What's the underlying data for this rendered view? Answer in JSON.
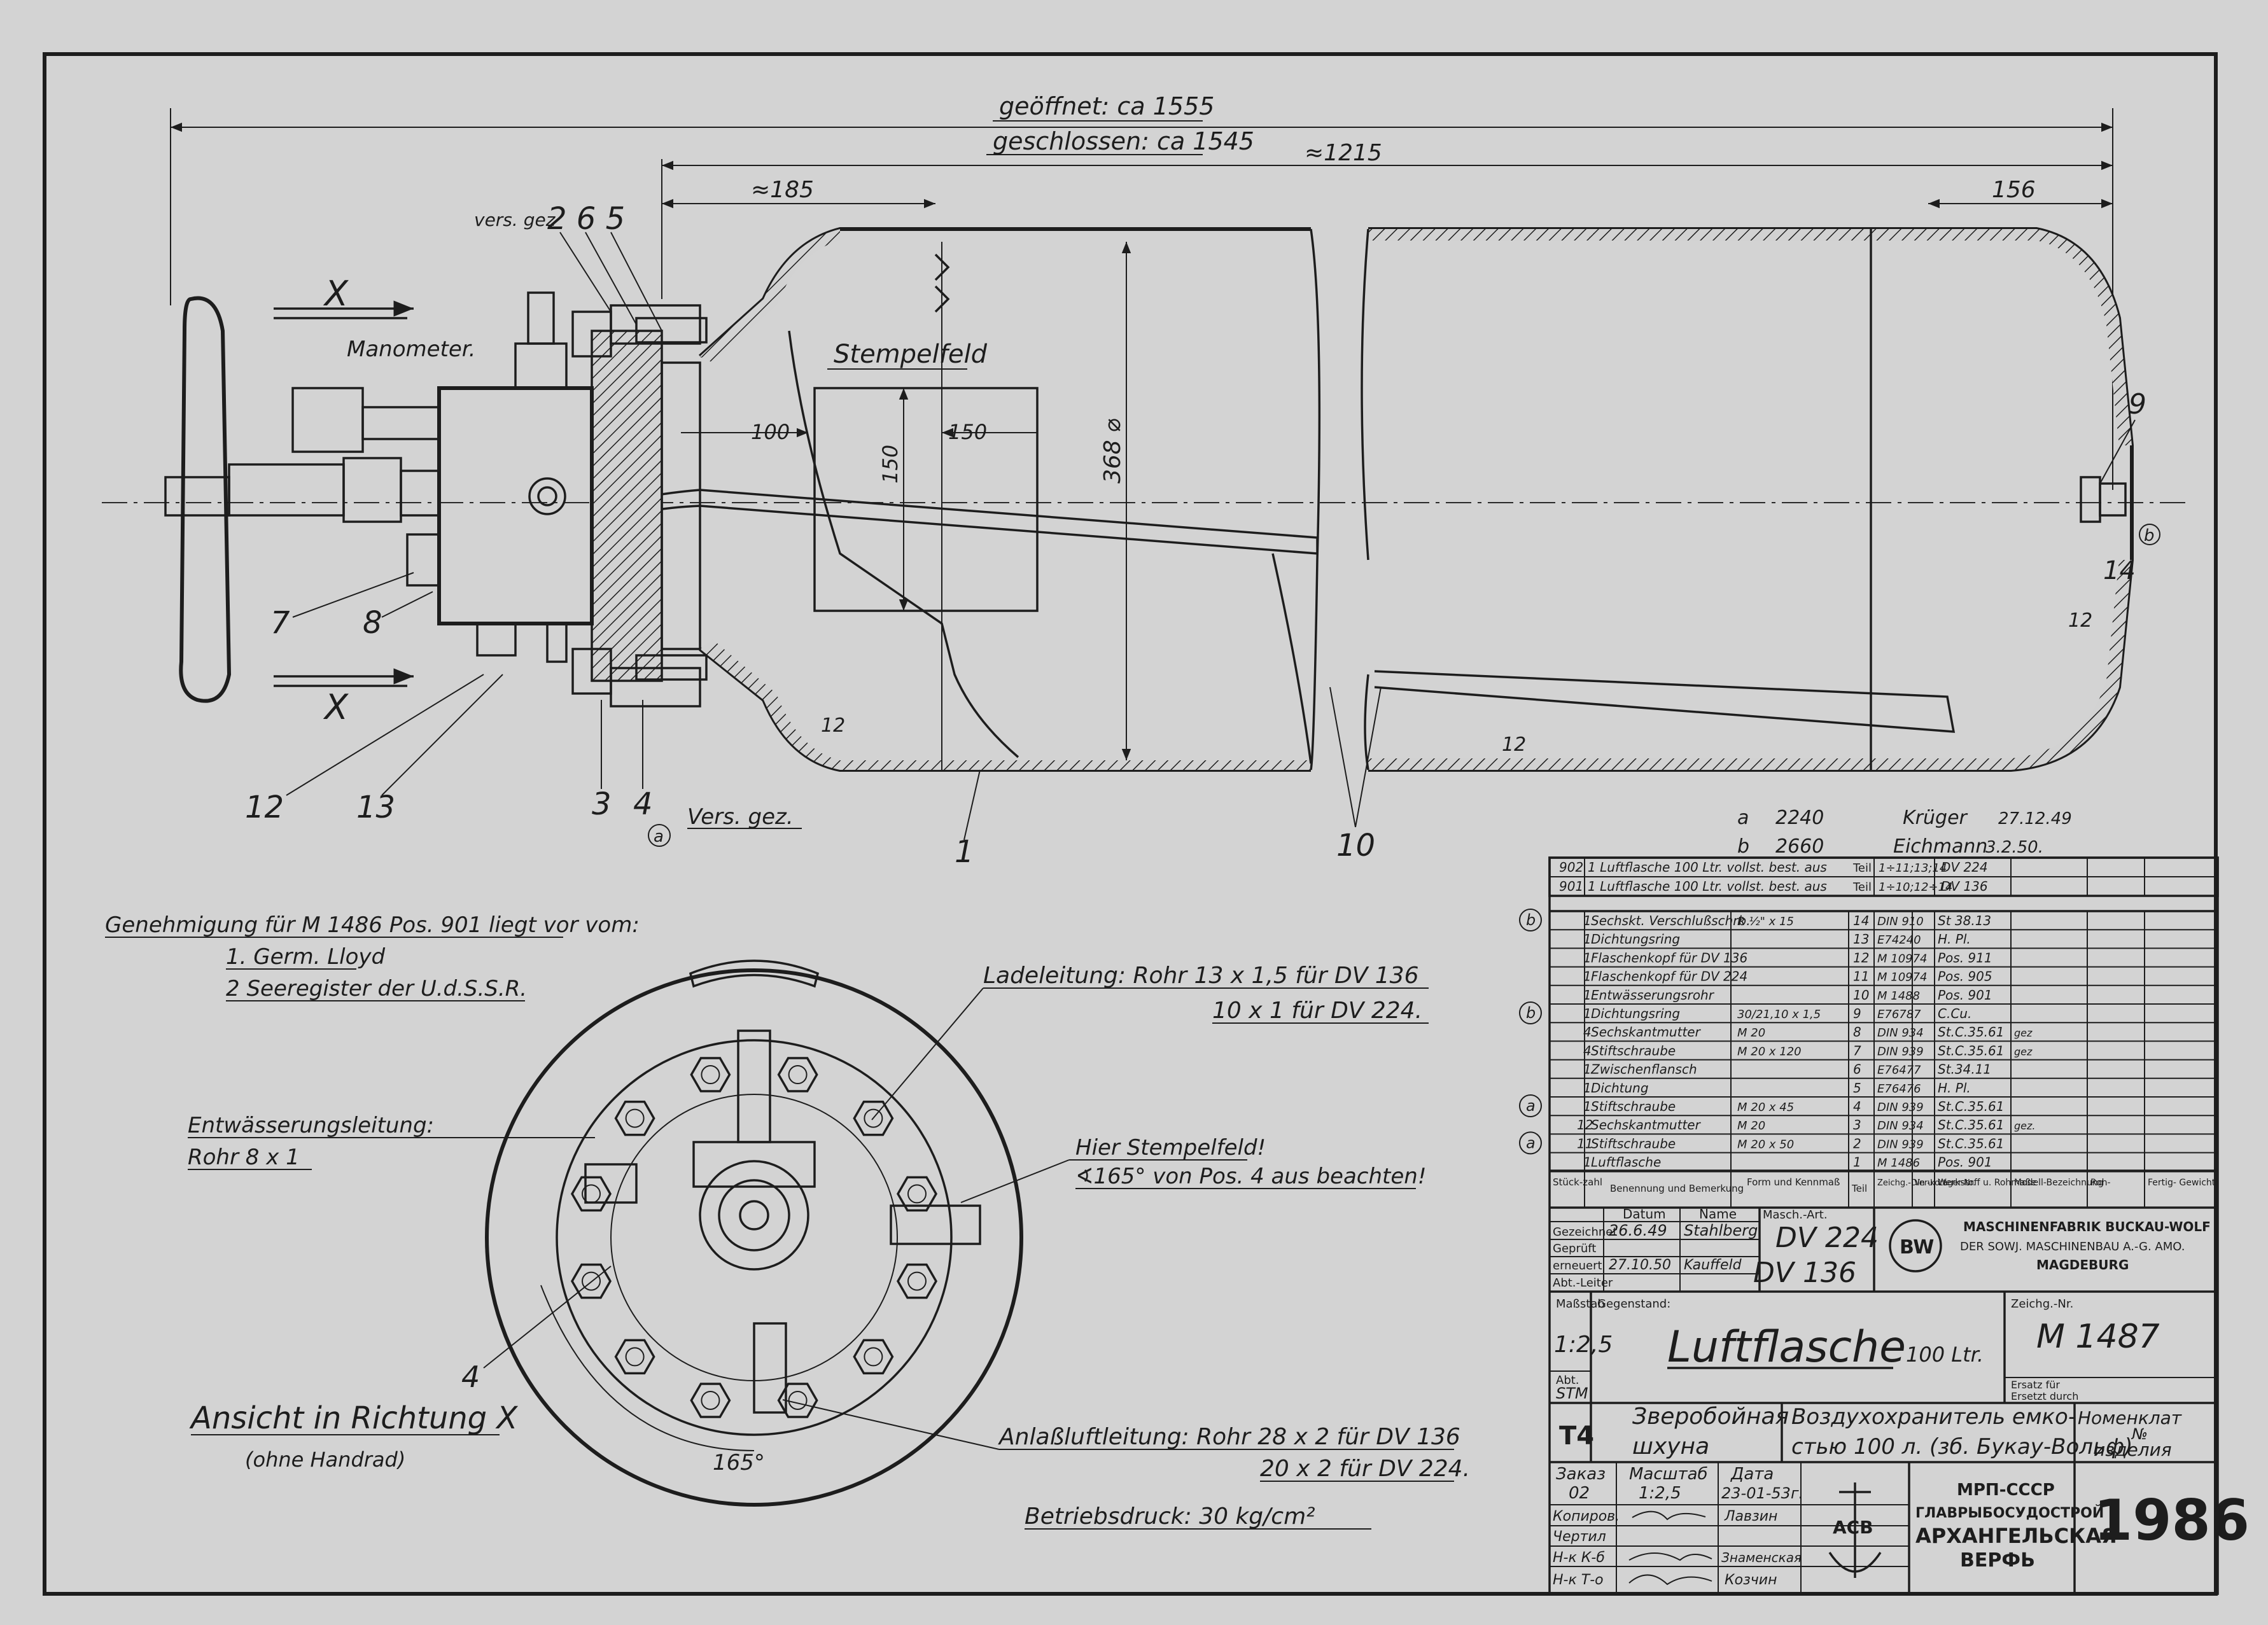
{
  "title_block": {
    "title": "Luftflasche",
    "title_suffix": "100 Ltr.",
    "drawing_no_label": "Zeichg.-Nr.",
    "drawing_no": "M 1487",
    "scale_label": "Maßstab",
    "scale": "1:2,5",
    "subject_label": "Gegenstand:",
    "abt_label": "Abt.",
    "abt_value": "STM",
    "machine_label": "Masch.-Art.",
    "machine_1": "DV 224",
    "machine_2": "DV 136",
    "ersatz_1": "Ersatz für",
    "ersatz_2": "Ersetzt durch",
    "company_1": "MASCHINENFABRIK BUCKAU-WOLF",
    "company_2": "DER SOWJ. MASCHINENBAU A.-G. AMO.",
    "company_3": "MAGDEBURG",
    "company_logo": "BW",
    "approvals": {
      "col_datum": "Datum",
      "col_name": "Name",
      "row1_label": "Gezeichnet",
      "row1_date": "26.6.49",
      "row1_name": "Stahlberg",
      "row2_label": "Geprüft",
      "row3_label": "erneuert",
      "row3_date": "27.10.50",
      "row3_name": "Kauffeld",
      "row4_label": "Abt.-Leiter"
    }
  },
  "revisions": {
    "a_mark": "a",
    "a_no": "2240",
    "a_name": "Krüger",
    "a_date": "27.12.49",
    "b_mark": "b",
    "b_no": "2660",
    "b_name": "Eichmann",
    "b_date": "3.2.50."
  },
  "variants": [
    {
      "pos": "902",
      "desc": "1 Luftflasche 100 Ltr. vollst. best. aus",
      "teil": "Teil",
      "range": "1÷11;13;14",
      "type": "DV 224"
    },
    {
      "pos": "901",
      "desc": "1 Luftflasche 100 Ltr. vollst. best. aus",
      "teil": "Teil",
      "range": "1÷10;12÷14",
      "type": "DV 136"
    }
  ],
  "parts": [
    {
      "mark": "b",
      "qty": "1",
      "name": "Sechskt. Verschlußschrb.",
      "form": "R ½\" x 15",
      "teil": "14",
      "norm": "DIN 910",
      "mat": "St 38.13",
      "note": ""
    },
    {
      "mark": "",
      "qty": "1",
      "name": "Dichtungsring",
      "form": "",
      "teil": "13",
      "norm": "E74240",
      "mat": "H. Pl.",
      "note": ""
    },
    {
      "mark": "",
      "qty": "1",
      "name": "Flaschenkopf für DV 136",
      "form": "",
      "teil": "12",
      "norm": "M 10974",
      "mat": "Pos. 911",
      "note": ""
    },
    {
      "mark": "",
      "qty": "1",
      "name": "Flaschenkopf für DV 224",
      "form": "",
      "teil": "11",
      "norm": "M 10974",
      "mat": "Pos. 905",
      "note": ""
    },
    {
      "mark": "",
      "qty": "1",
      "name": "Entwässerungsrohr",
      "form": "",
      "teil": "10",
      "norm": "M 1488",
      "mat": "Pos. 901",
      "note": ""
    },
    {
      "mark": "b",
      "qty": "1",
      "name": "Dichtungsring",
      "form": "30/21,10 x 1,5",
      "teil": "9",
      "norm": "E76787",
      "mat": "C.Cu.",
      "note": ""
    },
    {
      "mark": "",
      "qty": "4",
      "name": "Sechskantmutter",
      "form": "M 20",
      "teil": "8",
      "norm": "DIN 934",
      "mat": "St.C.35.61",
      "note": "gez"
    },
    {
      "mark": "",
      "qty": "4",
      "name": "Stiftschraube",
      "form": "M 20 x 120",
      "teil": "7",
      "norm": "DIN 939",
      "mat": "St.C.35.61",
      "note": "gez"
    },
    {
      "mark": "",
      "qty": "1",
      "name": "Zwischenflansch",
      "form": "",
      "teil": "6",
      "norm": "E76477",
      "mat": "St.34.11",
      "note": ""
    },
    {
      "mark": "",
      "qty": "1",
      "name": "Dichtung",
      "form": "",
      "teil": "5",
      "norm": "E76476",
      "mat": "H. Pl.",
      "note": ""
    },
    {
      "mark": "a",
      "qty": "1",
      "name": "Stiftschraube",
      "form": "M 20 x 45",
      "teil": "4",
      "norm": "DIN 939",
      "mat": "St.C.35.61",
      "note": ""
    },
    {
      "mark": "",
      "qty": "12",
      "name": "Sechskantmutter",
      "form": "M 20",
      "teil": "3",
      "norm": "DIN 934",
      "mat": "St.C.35.61",
      "note": "gez."
    },
    {
      "mark": "a",
      "qty": "11",
      "name": "Stiftschraube",
      "form": "M 20 x 50",
      "teil": "2",
      "norm": "DIN 939",
      "mat": "St.C.35.61",
      "note": ""
    },
    {
      "mark": "",
      "qty": "1",
      "name": "Luftflasche",
      "form": "",
      "teil": "1",
      "norm": "M 1486",
      "mat": "Pos. 901",
      "note": ""
    }
  ],
  "parts_header": {
    "qty": "Stück-zahl",
    "name": "Benennung und Bemerkung",
    "form": "Form und Kennmaß",
    "teil": "Teil",
    "norm": "Zeichg.-Din u. Lager-Nr.",
    "ver": "Ver-kort",
    "mat": "Werkstoff u. Rohmaße",
    "model": "Modell-Bezeichnung",
    "roh": "Roh-",
    "fertig": "Fertig- Gewicht"
  },
  "main_view": {
    "dim_open": "geöffnet: ca 1555",
    "dim_closed": "geschlossen: ca 1545",
    "dim_length": "≈1215",
    "dim_185": "≈185",
    "dim_156": "156",
    "dim_dia": "368 ⌀",
    "dim_100": "100",
    "dim_150h": "150",
    "dim_150v": "150",
    "dim_12a": "12",
    "dim_12b": "12",
    "dim_12c": "12",
    "stempel": "Stempelfeld",
    "manometer": "Manometer.",
    "x_mark": "X",
    "vers_gez_top": "vers. gez",
    "vers_gez_bottom": "Vers. gez.",
    "ref_265": "2 6 5",
    "ref_9": "9",
    "ref_14": "14",
    "ref_b": "b",
    "ref_a": "a",
    "ref_7": "7",
    "ref_8": "8",
    "ref_12": "12",
    "ref_13": "13",
    "ref_3": "3",
    "ref_4": "4",
    "ref_1": "1",
    "ref_10": "10"
  },
  "notes": {
    "approval_1": "Genehmigung für M 1486 Pos. 901 liegt vor vom:",
    "approval_2": "1. Germ. Lloyd",
    "approval_3": "2 Seeregister der U.d.S.S.R.",
    "ladeleitung_1": "Ladeleitung: Rohr 13 x 1,5 für DV 136",
    "ladeleitung_2": "10 x 1 für DV 224.",
    "entwaesserung_1": "Entwässerungsleitung:",
    "entwaesserung_2": "Rohr 8 x 1",
    "stempel_1": "Hier Stempelfeld!",
    "stempel_2": "∢165° von Pos. 4 aus beachten!",
    "anlass_1": "Anlaßluftleitung: Rohr 28 x 2 für DV 136",
    "anlass_2": "20 x 2 für DV 224.",
    "betrieb": "Betriebsdruck: 30 kg/cm²",
    "ansicht": "Ansicht in Richtung X",
    "ohne": "(ohne Handrad)",
    "angle": "165°",
    "ref_4": "4"
  },
  "russian_block": {
    "t4": "T4",
    "vessel_1": "Зверобойная",
    "vessel_2": "шхуна",
    "desc_1": "Воздухохранитель емко-",
    "desc_2": "стью 100 л. (зб. Букау-Вольф)",
    "nomen_1": "Номенклат",
    "nomen_2": "№",
    "nomen_3": "изделия",
    "zakaz_label": "Заказ",
    "zakaz": "02",
    "masshtab_label": "Масштаб",
    "masshtab": "1:2,5",
    "data_label": "Дата",
    "data": "23-01-53г.",
    "kopiroval": "Копиров.",
    "chertil": "Чертил",
    "nk1": "Н-к К-б",
    "nk2": "Н-к Т-о",
    "name_1": "Лавзин",
    "name_2": "Знаменская",
    "name_3": "Козчин",
    "org_1": "МРП-СССР",
    "org_2": "ГЛАВРЫБОСУДОСТРОЙ",
    "org_3": "АРХАНГЕЛЬСКАЯ",
    "org_4": "ВЕРФЬ",
    "logo": "АСВ",
    "number": "1986"
  }
}
